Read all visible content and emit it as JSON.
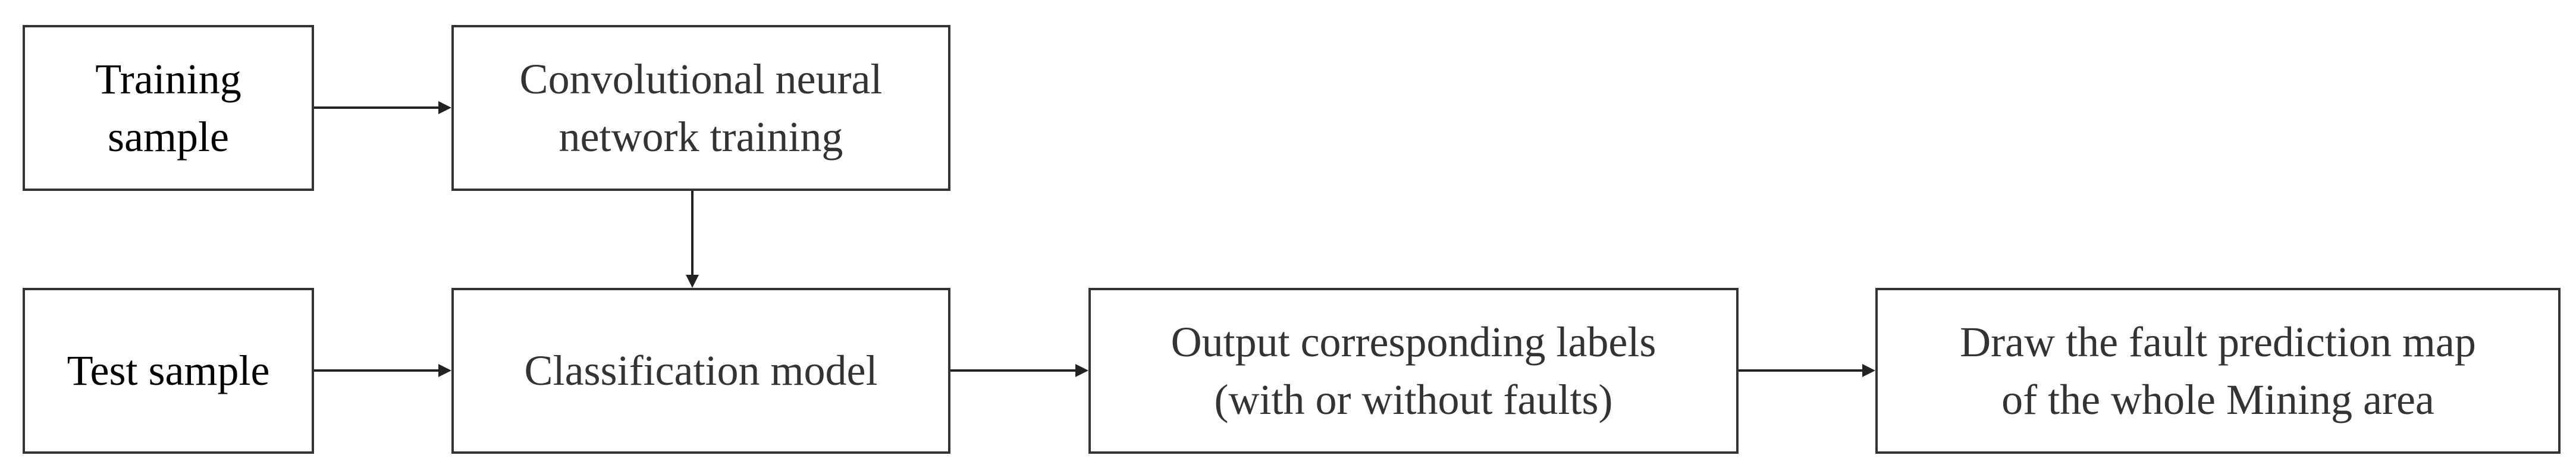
{
  "nodes": {
    "training_sample": {
      "lines": [
        "Training",
        "sample"
      ]
    },
    "cnn_training": {
      "lines": [
        "Convolutional neural",
        "network training"
      ]
    },
    "test_sample": {
      "lines": [
        "Test sample"
      ]
    },
    "classification_model": {
      "lines": [
        "Classification model"
      ]
    },
    "output_labels": {
      "lines": [
        "Output corresponding labels",
        "(with or without faults)"
      ]
    },
    "fault_map": {
      "lines": [
        "Draw the fault prediction map",
        "of the whole Mining area"
      ]
    }
  },
  "edges": [
    {
      "from": "training_sample",
      "to": "cnn_training"
    },
    {
      "from": "cnn_training",
      "to": "classification_model"
    },
    {
      "from": "test_sample",
      "to": "classification_model"
    },
    {
      "from": "classification_model",
      "to": "output_labels"
    },
    {
      "from": "output_labels",
      "to": "fault_map"
    }
  ],
  "colors": {
    "border": "#333333",
    "arrow": "#222222",
    "text": "#1f1f1f"
  }
}
